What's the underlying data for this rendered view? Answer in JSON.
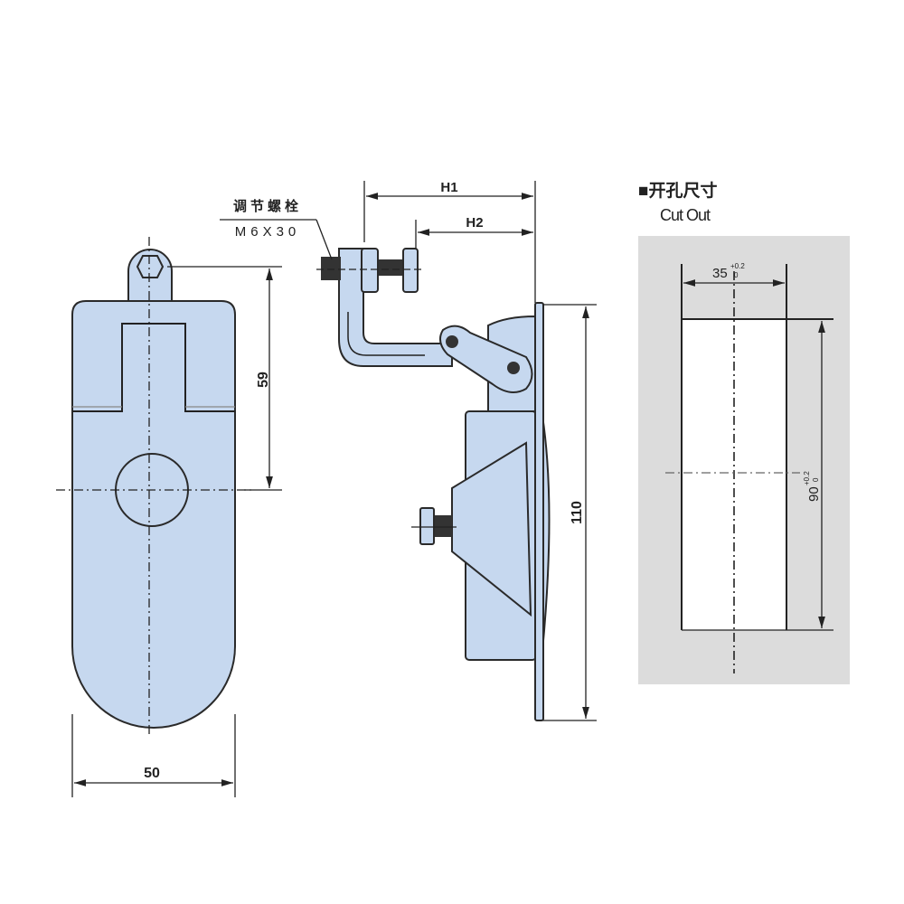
{
  "front_view": {
    "width_dim": "50",
    "height_dim": "59"
  },
  "side_view": {
    "bolt_label_cn": "调节螺栓",
    "bolt_label_spec": "M6X30",
    "dim_h1": "H1",
    "dim_h2": "H2",
    "height_dim": "110"
  },
  "cutout": {
    "title_cn": "■开孔尺寸",
    "title_en": "Cut Out",
    "width_dim": "35",
    "width_tol_upper": "+0.2",
    "width_tol_lower": "0",
    "height_dim": "90",
    "height_tol_upper": "+0.2",
    "height_tol_lower": "0"
  },
  "colors": {
    "part_fill": "#c6d8ef",
    "cutout_bg": "#dcdcdc",
    "line": "#222222"
  }
}
